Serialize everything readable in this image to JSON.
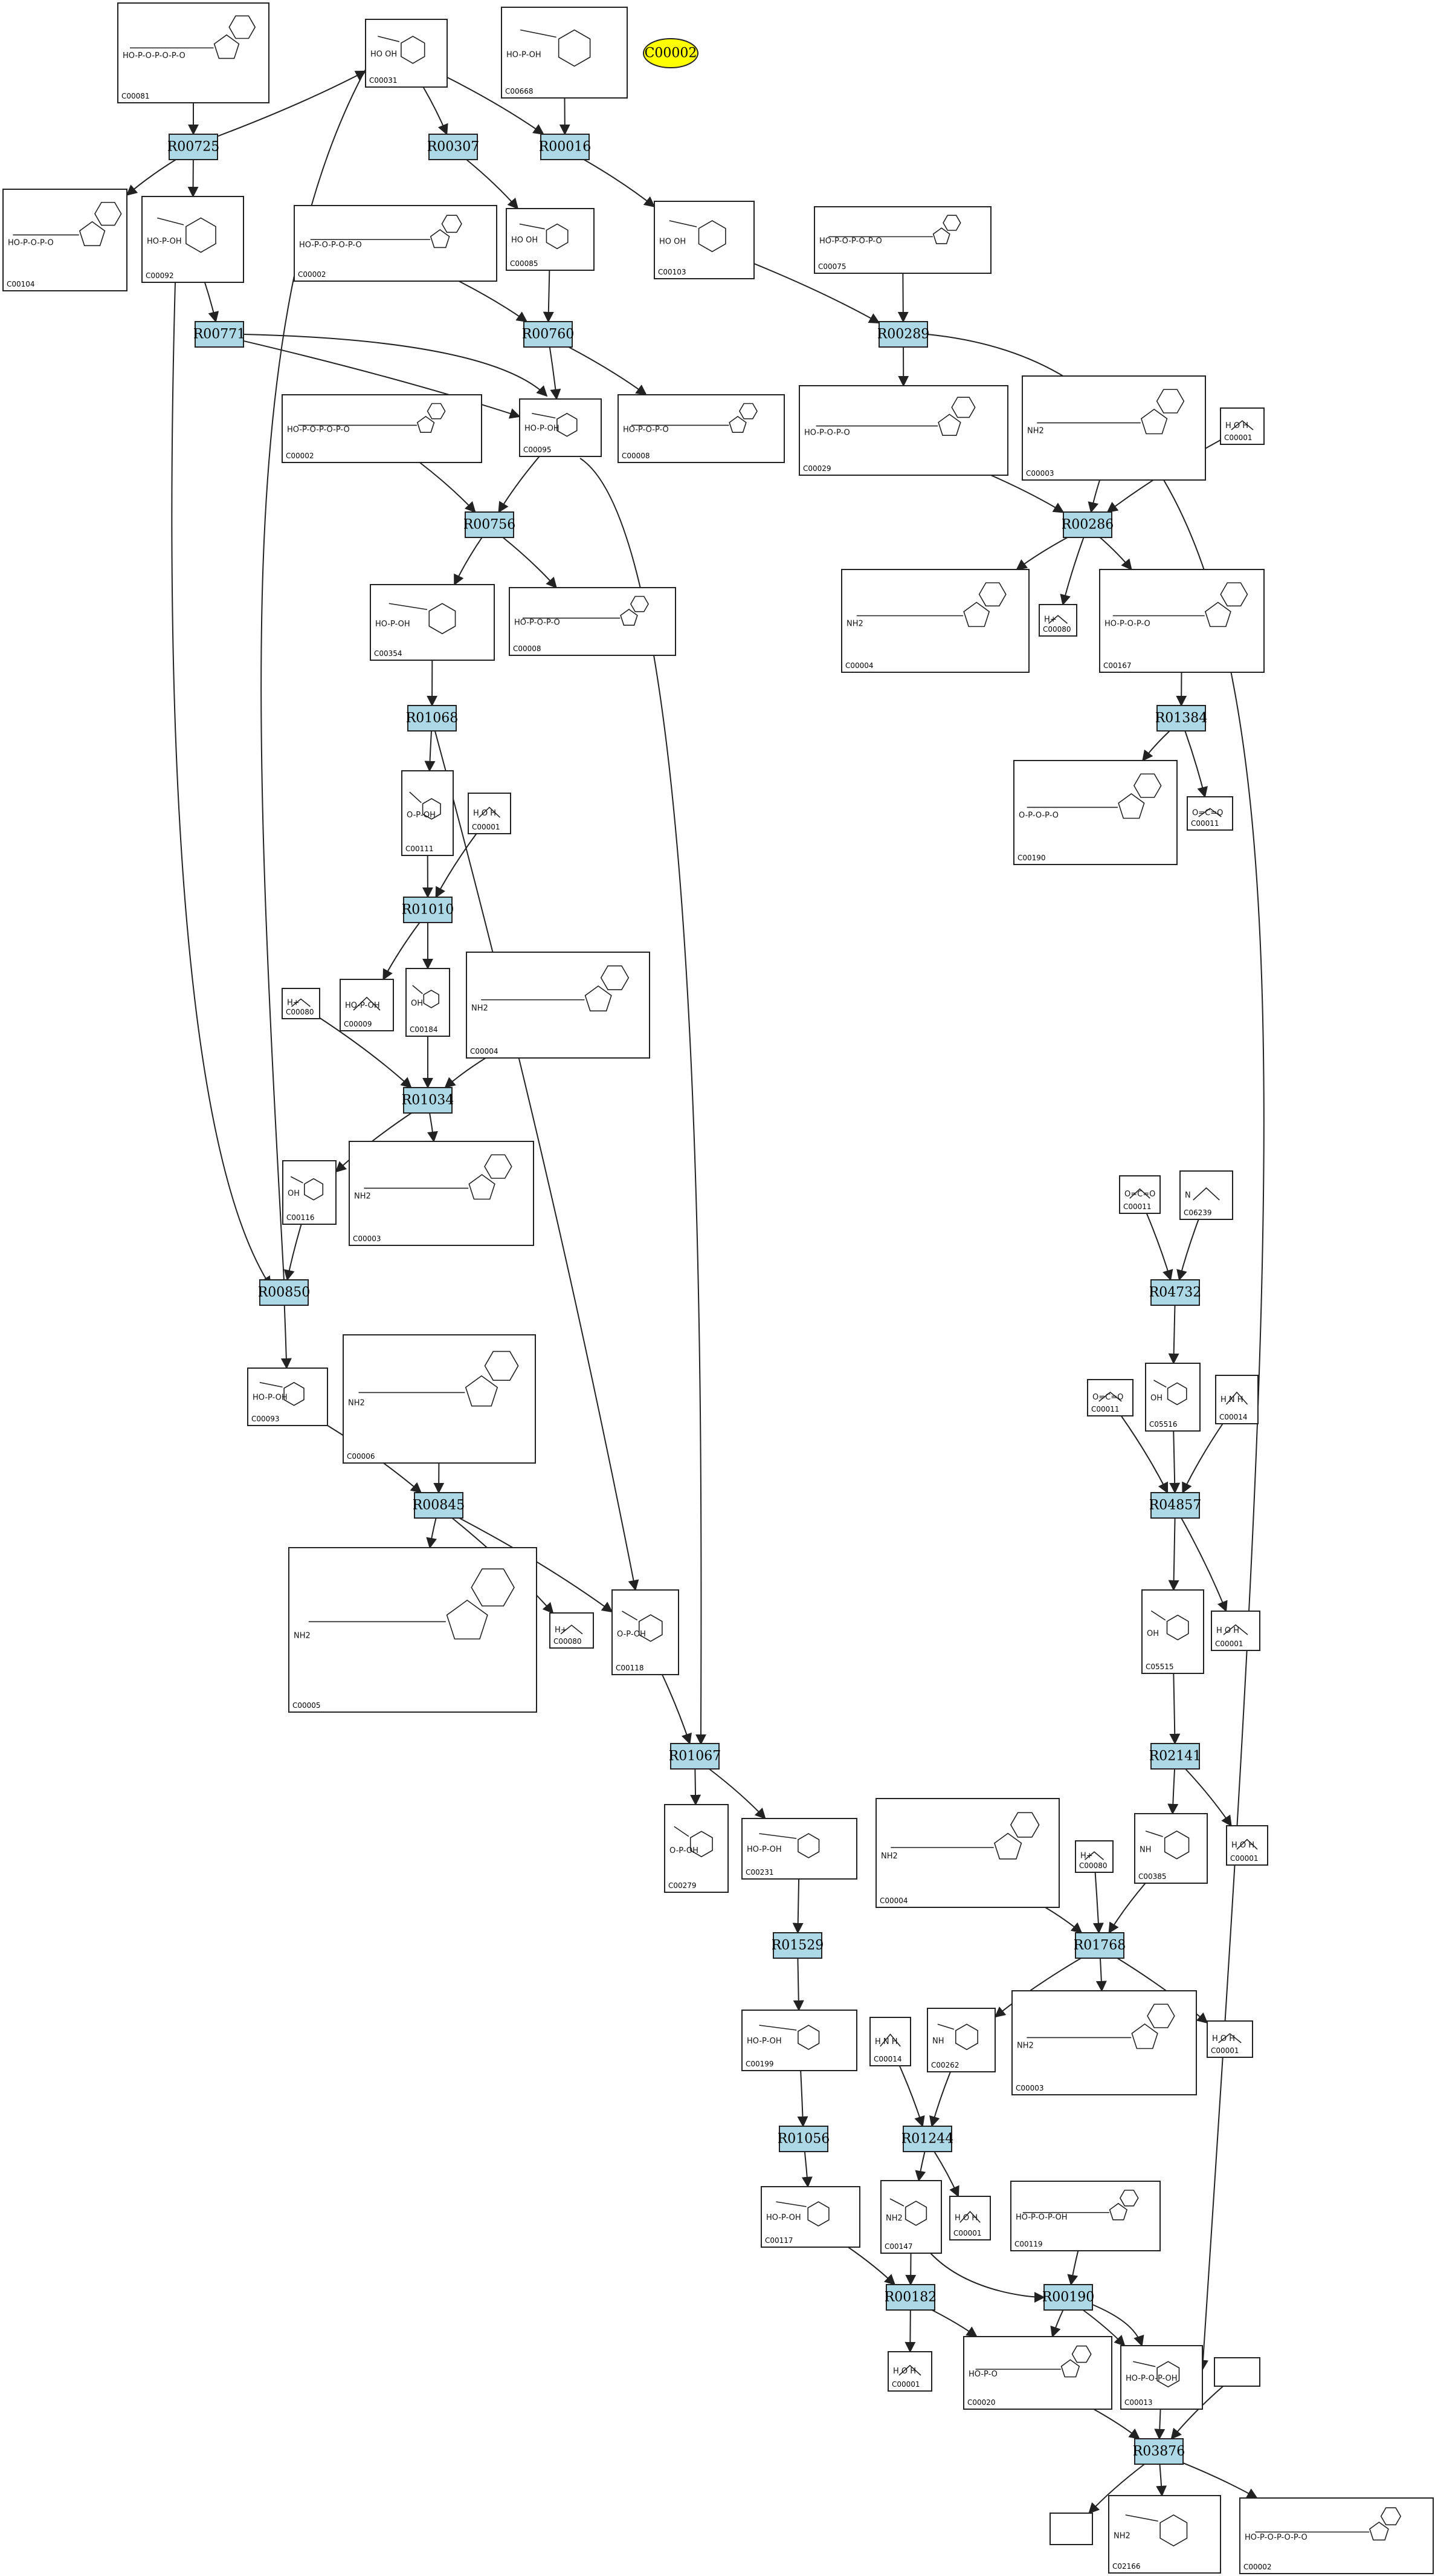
{
  "highlight": {
    "label": "C00002",
    "color": "#ffff00"
  },
  "colors": {
    "reaction_fill": "#add8e6",
    "edge": "#222222"
  },
  "reactions": [
    {
      "id": "R00725",
      "label": "R00725"
    },
    {
      "id": "R00307",
      "label": "R00307"
    },
    {
      "id": "R00016",
      "label": "R00016"
    },
    {
      "id": "R00771",
      "label": "R00771"
    },
    {
      "id": "R00760",
      "label": "R00760"
    },
    {
      "id": "R00289",
      "label": "R00289"
    },
    {
      "id": "R00756",
      "label": "R00756"
    },
    {
      "id": "R00286",
      "label": "R00286"
    },
    {
      "id": "R01068",
      "label": "R01068"
    },
    {
      "id": "R01384",
      "label": "R01384"
    },
    {
      "id": "R01010",
      "label": "R01010"
    },
    {
      "id": "R01034",
      "label": "R01034"
    },
    {
      "id": "R04732",
      "label": "R04732"
    },
    {
      "id": "R00850",
      "label": "R00850"
    },
    {
      "id": "R04857",
      "label": "R04857"
    },
    {
      "id": "R00845",
      "label": "R00845"
    },
    {
      "id": "R02141",
      "label": "R02141"
    },
    {
      "id": "R01067",
      "label": "R01067"
    },
    {
      "id": "R01768",
      "label": "R01768"
    },
    {
      "id": "R01529",
      "label": "R01529"
    },
    {
      "id": "R01056",
      "label": "R01056"
    },
    {
      "id": "R01244",
      "label": "R01244"
    },
    {
      "id": "R00182",
      "label": "R00182"
    },
    {
      "id": "R00190",
      "label": "R00190"
    },
    {
      "id": "R03876",
      "label": "R03876"
    }
  ],
  "compounds": [
    {
      "id": "c1",
      "code": "C00081",
      "kind": "nuc",
      "text": "HO-P-O-P-O-P-O"
    },
    {
      "id": "c2",
      "code": "C00031",
      "kind": "sugar",
      "text": "HO  OH"
    },
    {
      "id": "c3",
      "code": "C00668",
      "kind": "sugar",
      "text": "HO-P-OH"
    },
    {
      "id": "c4",
      "code": "C00104",
      "kind": "nuc",
      "text": "HO-P-O-P-O"
    },
    {
      "id": "c5",
      "code": "C00092",
      "kind": "sugar",
      "text": "HO-P-OH"
    },
    {
      "id": "c6",
      "code": "C00002",
      "kind": "nuc",
      "text": "HO-P-O-P-O-P-O"
    },
    {
      "id": "c7",
      "code": "C00085",
      "kind": "sugar",
      "text": "HO  OH"
    },
    {
      "id": "c8",
      "code": "C00103",
      "kind": "sugar",
      "text": "HO  OH"
    },
    {
      "id": "c9",
      "code": "C00075",
      "kind": "nuc",
      "text": "HO-P-O-P-O-P-O"
    },
    {
      "id": "c10",
      "code": "C00002",
      "kind": "nuc",
      "text": "HO-P-O-P-O-P-O"
    },
    {
      "id": "c11",
      "code": "C00095",
      "kind": "sugar",
      "text": "HO-P-OH"
    },
    {
      "id": "c12",
      "code": "C00008",
      "kind": "nuc",
      "text": "HO-P-O-P-O"
    },
    {
      "id": "c13",
      "code": "C00029",
      "kind": "big",
      "text": "HO-P-O-P-O"
    },
    {
      "id": "c14",
      "code": "C00003",
      "kind": "big",
      "text": "NH2"
    },
    {
      "id": "c15",
      "code": "C00001",
      "kind": "small",
      "text": "H O H"
    },
    {
      "id": "c16",
      "code": "C00354",
      "kind": "sugar",
      "text": "HO-P-OH"
    },
    {
      "id": "c17",
      "code": "C00008",
      "kind": "nuc",
      "text": "HO-P-O-P-O"
    },
    {
      "id": "c18",
      "code": "C00004",
      "kind": "big",
      "text": "NH2"
    },
    {
      "id": "c19",
      "code": "C00080",
      "kind": "small",
      "text": "H+"
    },
    {
      "id": "c20",
      "code": "C00167",
      "kind": "big",
      "text": "HO-P-O-P-O"
    },
    {
      "id": "c21",
      "code": "C00111",
      "kind": "sugar",
      "text": "O-P-OH"
    },
    {
      "id": "c22",
      "code": "C00001",
      "kind": "small",
      "text": "H O H"
    },
    {
      "id": "c23",
      "code": "C00190",
      "kind": "big",
      "text": "O-P-O-P-O"
    },
    {
      "id": "c24",
      "code": "C00011",
      "kind": "small",
      "text": "O=C=O"
    },
    {
      "id": "c25",
      "code": "C00080",
      "kind": "small",
      "text": "H+"
    },
    {
      "id": "c26",
      "code": "C00009",
      "kind": "small",
      "text": "HO-P-OH"
    },
    {
      "id": "c27",
      "code": "C00184",
      "kind": "sugar",
      "text": "OH"
    },
    {
      "id": "c28",
      "code": "C00004",
      "kind": "big",
      "text": "NH2"
    },
    {
      "id": "c29",
      "code": "C00116",
      "kind": "sugar",
      "text": "OH"
    },
    {
      "id": "c30",
      "code": "C00003",
      "kind": "big",
      "text": "NH2"
    },
    {
      "id": "c31",
      "code": "C00011",
      "kind": "small",
      "text": "O=C=O"
    },
    {
      "id": "c32",
      "code": "C06239",
      "kind": "small",
      "text": "N"
    },
    {
      "id": "c33",
      "code": "C00093",
      "kind": "sugar",
      "text": "HO-P-OH"
    },
    {
      "id": "c34",
      "code": "C00006",
      "kind": "big",
      "text": "NH2"
    },
    {
      "id": "c35",
      "code": "C00011",
      "kind": "small",
      "text": "O=C=O"
    },
    {
      "id": "c36",
      "code": "C05516",
      "kind": "sugar",
      "text": "OH"
    },
    {
      "id": "c37",
      "code": "C00014",
      "kind": "small",
      "text": "H N H"
    },
    {
      "id": "c38",
      "code": "C00005",
      "kind": "big",
      "text": "NH2"
    },
    {
      "id": "c39",
      "code": "C00080",
      "kind": "small",
      "text": "H+"
    },
    {
      "id": "c40",
      "code": "C00118",
      "kind": "sugar",
      "text": "O-P-OH"
    },
    {
      "id": "c41",
      "code": "C05515",
      "kind": "sugar",
      "text": "OH"
    },
    {
      "id": "c42",
      "code": "C00001",
      "kind": "small",
      "text": "H O H"
    },
    {
      "id": "c43",
      "code": "C00279",
      "kind": "sugar",
      "text": "O-P-OH"
    },
    {
      "id": "c44",
      "code": "C00231",
      "kind": "sugar",
      "text": "HO-P-OH"
    },
    {
      "id": "c45",
      "code": "C00004",
      "kind": "big",
      "text": "NH2"
    },
    {
      "id": "c46",
      "code": "C00080",
      "kind": "small",
      "text": "H+"
    },
    {
      "id": "c47",
      "code": "C00385",
      "kind": "sugar",
      "text": "NH"
    },
    {
      "id": "c48",
      "code": "C00001",
      "kind": "small",
      "text": "H O H"
    },
    {
      "id": "c49",
      "code": "C00199",
      "kind": "sugar",
      "text": "HO-P-OH"
    },
    {
      "id": "c50",
      "code": "C00014",
      "kind": "small",
      "text": "H N H"
    },
    {
      "id": "c51",
      "code": "C00262",
      "kind": "sugar",
      "text": "NH"
    },
    {
      "id": "c52",
      "code": "C00003",
      "kind": "big",
      "text": "NH2"
    },
    {
      "id": "c53",
      "code": "C00001",
      "kind": "small",
      "text": "H O H"
    },
    {
      "id": "c54",
      "code": "C00117",
      "kind": "sugar",
      "text": "HO-P-OH"
    },
    {
      "id": "c55",
      "code": "C00147",
      "kind": "sugar",
      "text": "NH2"
    },
    {
      "id": "c56",
      "code": "C00001",
      "kind": "small",
      "text": "H O H"
    },
    {
      "id": "c57",
      "code": "C00119",
      "kind": "nuc",
      "text": "HO-P-O-P-OH"
    },
    {
      "id": "c58",
      "code": "C00001",
      "kind": "small",
      "text": "H O H"
    },
    {
      "id": "c59",
      "code": "C00020",
      "kind": "nuc",
      "text": "HO-P-O"
    },
    {
      "id": "c60",
      "code": "C00013",
      "kind": "sugar",
      "text": "HO-P-O-P-OH"
    },
    {
      "id": "c61",
      "code": "",
      "kind": "empty",
      "text": ""
    },
    {
      "id": "c62",
      "code": "",
      "kind": "empty",
      "text": ""
    },
    {
      "id": "c63",
      "code": "C02166",
      "kind": "sugar",
      "text": "NH2"
    },
    {
      "id": "c64",
      "code": "C00002",
      "kind": "nuc",
      "text": "HO-P-O-P-O-P-O"
    }
  ]
}
